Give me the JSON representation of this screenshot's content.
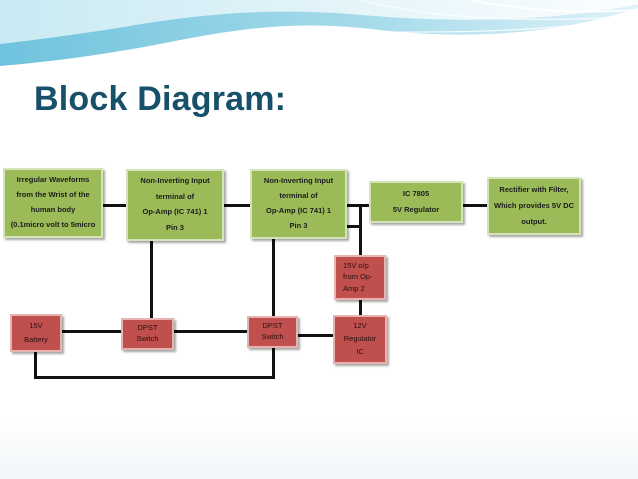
{
  "slide": {
    "title": "Block Diagram:"
  },
  "blocks": {
    "waveforms": [
      "Irregular Waveforms",
      "from the Wrist of the",
      "human body",
      "(0.1micro volt to 5micro"
    ],
    "opamp1": [
      "Non-Inverting Input",
      "terminal of",
      "Op-Amp (IC 741) 1",
      "Pin 3"
    ],
    "opamp2": [
      "Non-Inverting Input",
      "terminal of",
      "Op-Amp (IC 741) 1",
      "Pin 3"
    ],
    "ic7805": [
      "IC 7805",
      "5V Regulator"
    ],
    "rectifier": [
      "Rectifier with Filter,",
      "Which provides 5V DC",
      "output."
    ],
    "out15v": [
      "15V o/p",
      "from Op-",
      "Amp 2"
    ],
    "battery": [
      "15V",
      "Battery"
    ],
    "dpst1": [
      "DPST",
      "Switch"
    ],
    "dpst2": [
      "DPST",
      "Switch"
    ],
    "reg12v": [
      "12V",
      "Regulator",
      "IC"
    ]
  },
  "colors": {
    "title": "#17506a",
    "green_block": "#9bbb59",
    "red_block": "#c0504d",
    "wire": "#111111"
  }
}
